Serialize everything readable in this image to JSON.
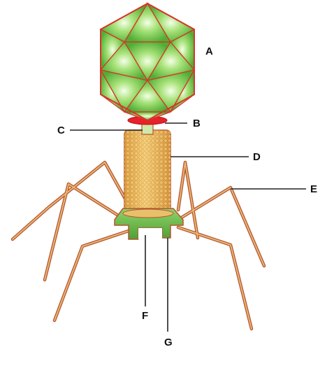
{
  "diagram": {
    "labels": {
      "a": "A",
      "b": "B",
      "c": "C",
      "d": "D",
      "e": "E",
      "f": "F",
      "g": "G"
    }
  },
  "colors": {
    "head_fill": "#5fbf3c",
    "head_light": "#c9ef9a",
    "head_edge": "#d8342c",
    "collar": "#e8222a",
    "tail_fill": "#f3c162",
    "tail_grid": "#c98a2a",
    "baseplate": "#6cc04a",
    "fiber": "#d8a35c",
    "fiber_edge": "#b5542e",
    "leader_line": "#222222"
  }
}
